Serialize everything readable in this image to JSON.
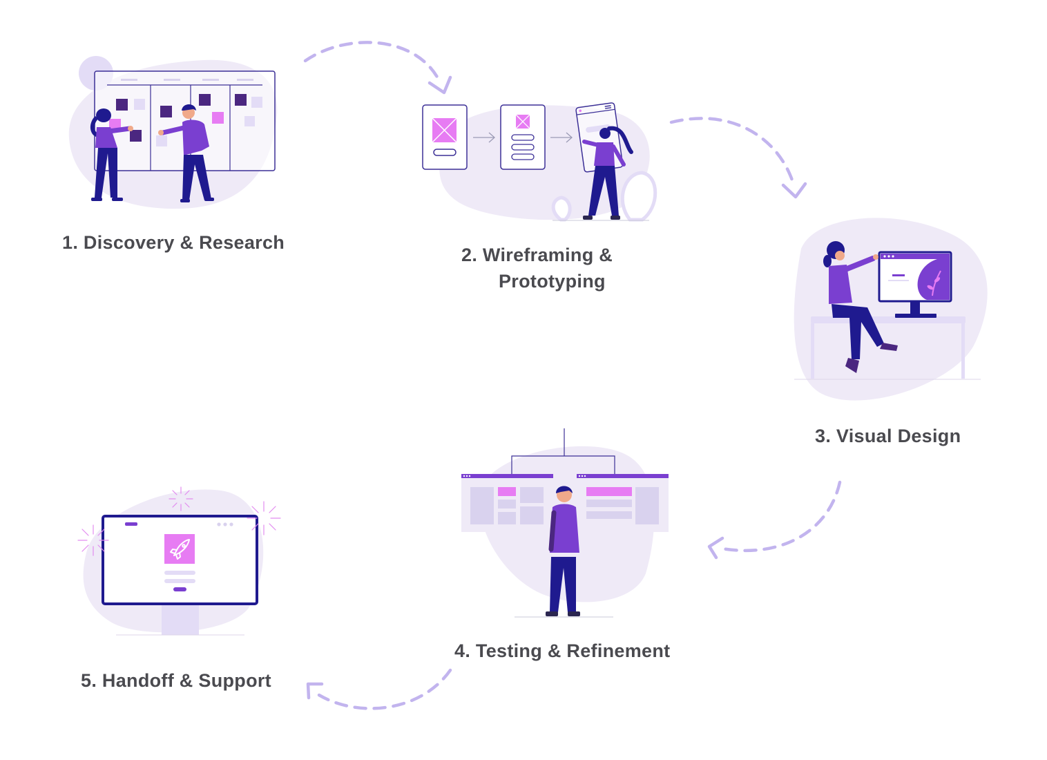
{
  "colors": {
    "navy": "#1f1a8f",
    "purple": "#7a3fd0",
    "dark_purple": "#4b2780",
    "magenta": "#e77cf3",
    "lavender": "#e9e3f7",
    "blob": "#efeaf7",
    "arrow": "#c2b4ee",
    "text": "#4a4a4f"
  },
  "steps": [
    {
      "id": "discovery",
      "label": "1. Discovery & Research",
      "illustration": "team-at-kanban-board"
    },
    {
      "id": "wireframing",
      "label_line1": "2. Wireframing &",
      "label_line2": "Prototyping",
      "illustration": "wireframe-screens"
    },
    {
      "id": "visual-design",
      "label": "3. Visual Design",
      "illustration": "designer-at-monitor"
    },
    {
      "id": "testing",
      "label": "4. Testing & Refinement",
      "illustration": "man-comparing-screens"
    },
    {
      "id": "handoff",
      "label": "5. Handoff & Support",
      "illustration": "launch-monitor-fireworks"
    }
  ],
  "connectors": [
    {
      "from": "discovery",
      "to": "wireframing"
    },
    {
      "from": "wireframing",
      "to": "visual-design"
    },
    {
      "from": "visual-design",
      "to": "testing"
    },
    {
      "from": "testing",
      "to": "handoff"
    }
  ]
}
